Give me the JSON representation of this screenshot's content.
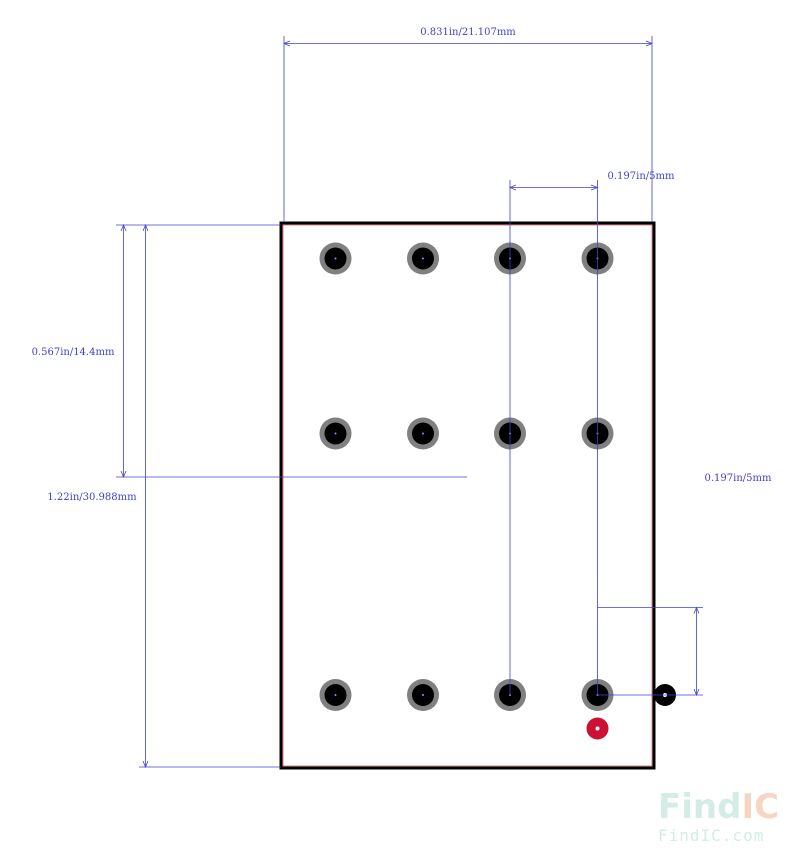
{
  "dimensions": {
    "overall_width": "0.831in/21.107mm",
    "pitch_x": "0.197in/5mm",
    "row_spacing": "0.567in/14.4mm",
    "overall_height": "1.22in/30.988mm",
    "edge_offset": "0.197in/5mm"
  },
  "watermark": {
    "logo_find": "Find",
    "logo_ic": "IC",
    "url": "FindIC.com"
  },
  "colors": {
    "dimension_line": "#4040d0",
    "outline": "#000000",
    "pad_ring": "#808080",
    "pad_hole": "#000000",
    "pin1_marker": "#cc1133",
    "watermark_find": "#d4ece6",
    "watermark_ic": "#f6d6c2"
  }
}
